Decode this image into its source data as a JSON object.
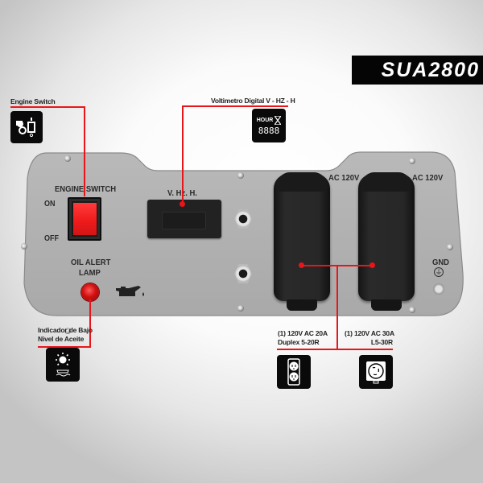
{
  "badge": {
    "model": "SUA2800"
  },
  "callouts": {
    "engine_switch": {
      "label": "Engine Switch",
      "icon": "engine-switch-icon"
    },
    "voltmeter": {
      "label": "Voltimetro Digital V - HZ - H",
      "icon": "hour-meter-icon",
      "icon_text": "HOUR",
      "icon_digits": "8888"
    },
    "oil_indicator": {
      "line1": "Indicador de Bajo",
      "line2": "Nivel de Aceite",
      "icon": "oil-lamp-icon"
    },
    "outlet_duplex": {
      "line1": "(1) 120V AC 20A",
      "line2": "Duplex 5-20R",
      "icon": "duplex-outlet-icon"
    },
    "outlet_twistlock": {
      "line1": "(1) 120V AC 30A",
      "line2": "L5-30R",
      "icon": "twistlock-outlet-icon"
    }
  },
  "panel": {
    "engine_switch_label": "ENGINE SWITCH",
    "on_label": "ON",
    "off_label": "OFF",
    "oil_alert_line1": "OIL ALERT",
    "oil_alert_line2": "LAMP",
    "meter_label": "V. Hz. H.",
    "outlet1_label": "AC 120V",
    "outlet2_label": "AC 120V",
    "gnd_label": "GND",
    "gnd_symbol": "⏚"
  },
  "colors": {
    "accent_red": "#e8161a",
    "panel_gray": "#b4b4b4",
    "badge_black": "#050505"
  }
}
